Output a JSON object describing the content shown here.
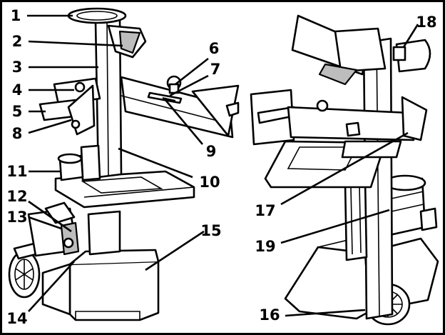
{
  "figure": {
    "callouts": [
      {
        "id": "c1",
        "text": "1"
      },
      {
        "id": "c2",
        "text": "2"
      },
      {
        "id": "c3",
        "text": "3"
      },
      {
        "id": "c4",
        "text": "4"
      },
      {
        "id": "c5",
        "text": "5"
      },
      {
        "id": "c6",
        "text": "6"
      },
      {
        "id": "c7",
        "text": "7"
      },
      {
        "id": "c8",
        "text": "8"
      },
      {
        "id": "c9",
        "text": "9"
      },
      {
        "id": "c10",
        "text": "10"
      },
      {
        "id": "c11",
        "text": "11"
      },
      {
        "id": "c12",
        "text": "12"
      },
      {
        "id": "c13",
        "text": "13"
      },
      {
        "id": "c14",
        "text": "14"
      },
      {
        "id": "c15",
        "text": "15"
      },
      {
        "id": "c16",
        "text": "16"
      },
      {
        "id": "c17",
        "text": "17"
      },
      {
        "id": "c18",
        "text": "18"
      },
      {
        "id": "c19",
        "text": "19"
      }
    ]
  }
}
